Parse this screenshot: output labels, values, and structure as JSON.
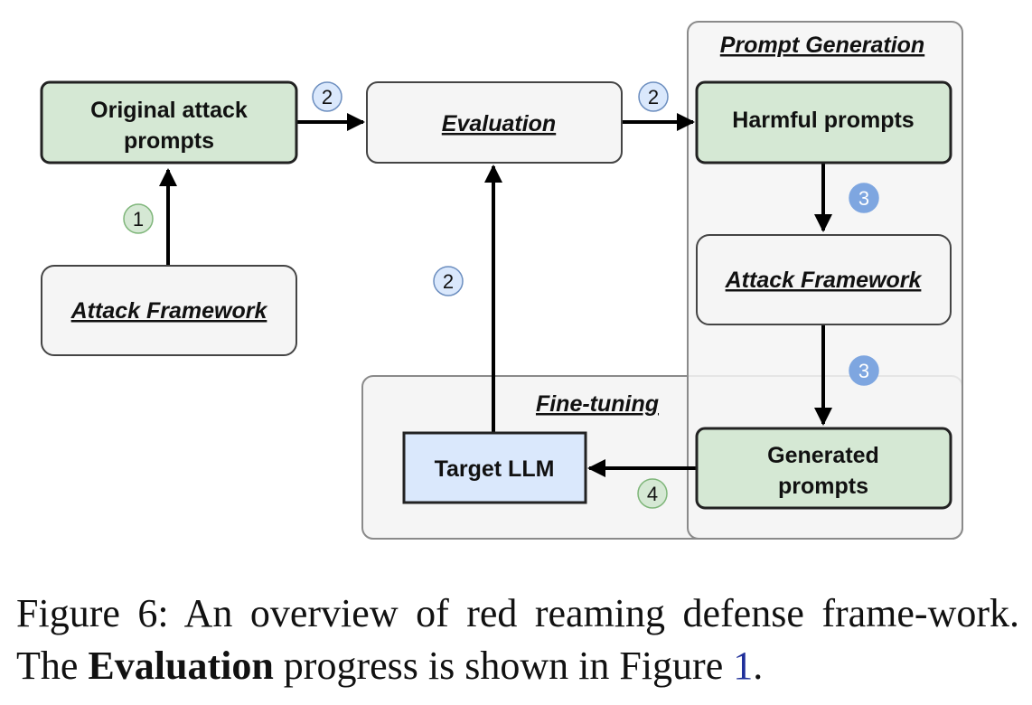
{
  "groups": {
    "prompt_generation": "Prompt Generation",
    "fine_tuning": "Fine-tuning"
  },
  "nodes": {
    "original_attack_prompts": [
      "Original attack",
      "prompts"
    ],
    "attack_framework_left": "Attack Framework",
    "evaluation": "Evaluation",
    "harmful_prompts": "Harmful prompts",
    "attack_framework_right": "Attack Framework",
    "generated_prompts": [
      "Generated",
      "prompts"
    ],
    "target_llm": "Target LLM"
  },
  "steps": {
    "s1": "1",
    "s2a": "2",
    "s2b": "2",
    "s2c": "2",
    "s3a": "3",
    "s3b": "3",
    "s4": "4"
  },
  "colors": {
    "green_fill": "#d5e8d4",
    "gray_fill": "#f5f5f5",
    "blue_fill": "#dae8fc",
    "badge_blue_dark": "#7ea6e0",
    "badge_green": "#d5e8d4",
    "badge_blue_light": "#dae8fc"
  },
  "caption": {
    "prefix": "Figure 6: An overview of red reaming defense frame-work. The ",
    "bold": "Evaluation",
    "middle": " progress is shown in Figure ",
    "ref": "1",
    "suffix": "."
  }
}
